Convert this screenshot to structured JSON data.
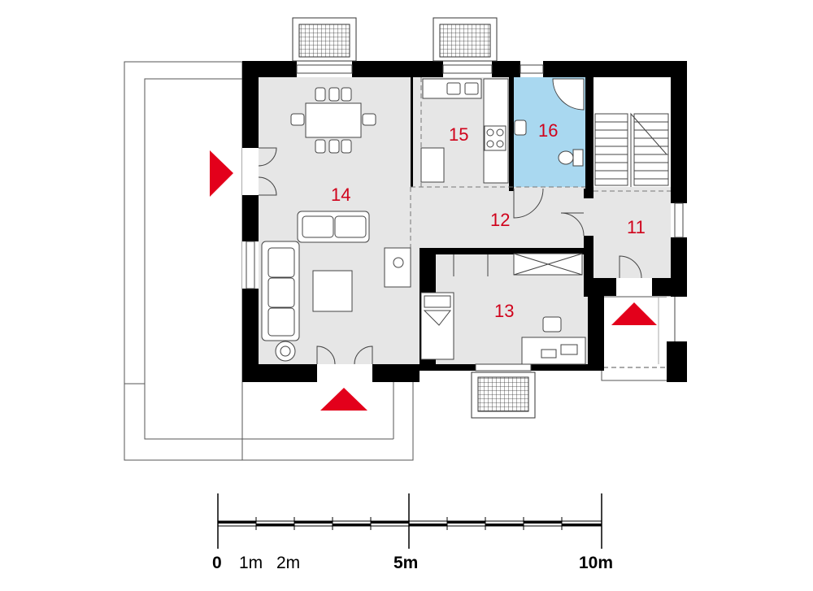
{
  "rooms": [
    {
      "id": "14",
      "label": "14"
    },
    {
      "id": "15",
      "label": "15"
    },
    {
      "id": "16",
      "label": "16"
    },
    {
      "id": "12",
      "label": "12"
    },
    {
      "id": "11",
      "label": "11"
    },
    {
      "id": "13",
      "label": "13"
    }
  ],
  "scale": {
    "label_0": "0",
    "label_1": "1m",
    "label_2": "2m",
    "label_5": "5m",
    "label_10": "10m"
  },
  "colors": {
    "wall": "#000000",
    "floor": "#e6e6e6",
    "bathroom": "#a9d8f0",
    "entrance_marker": "#e3001b",
    "room_number": "#d0021b"
  },
  "icons": [
    "entrance-arrow-icon",
    "dining-table-icon",
    "sofa-icon",
    "armchair-icon",
    "fireplace-icon",
    "stove-icon",
    "sink-icon",
    "toilet-icon",
    "shower-icon",
    "stairs-icon",
    "bed-icon",
    "desk-icon"
  ]
}
